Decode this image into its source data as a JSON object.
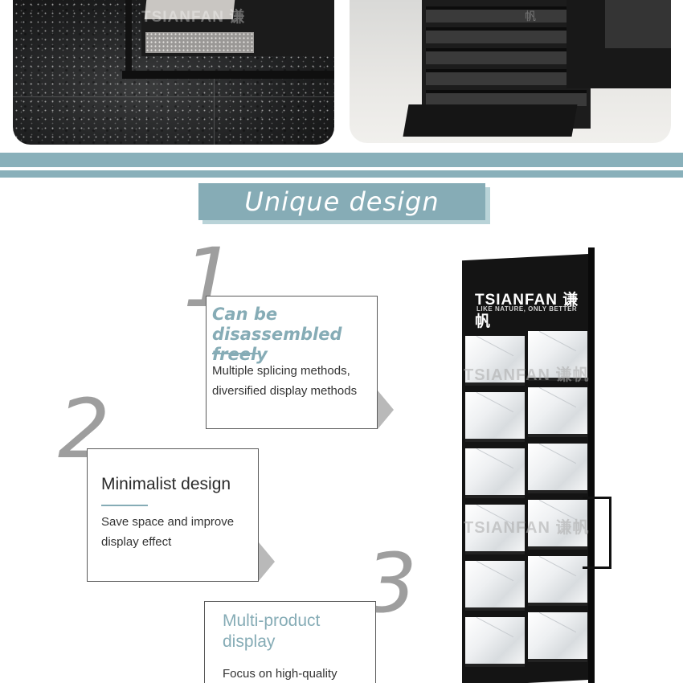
{
  "photos": {
    "left_watermark": "TSIANFAN 谦",
    "right_watermark": "帆"
  },
  "section": {
    "title": "Unique design"
  },
  "features": [
    {
      "number": "1",
      "heading": "Can be disassembled freely",
      "body": "Multiple splicing methods, diversified display methods"
    },
    {
      "number": "2",
      "heading": "Minimalist design",
      "body": "Save space and improve display effect"
    },
    {
      "number": "3",
      "heading": "Multi-product display",
      "body": "Focus on high-quality"
    }
  ],
  "rack": {
    "brand": "TSIANFAN 谦帆",
    "slogan": "LIKE NATURE, ONLY BETTER",
    "watermark": "TSIANFAN 谦帆"
  },
  "colors": {
    "accent": "#86acb6",
    "band": "#89b0ba",
    "number": "#9e9e9e",
    "border": "#5a5a5a"
  }
}
